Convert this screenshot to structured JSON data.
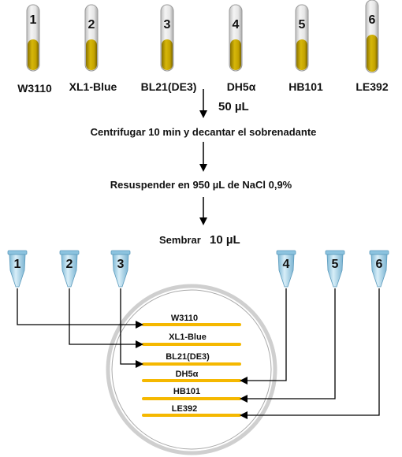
{
  "tubes": [
    {
      "number": "1",
      "strain": "W3110"
    },
    {
      "number": "2",
      "strain": "XL1-Blue"
    },
    {
      "number": "3",
      "strain": "BL21(DE3)"
    },
    {
      "number": "4",
      "strain": "DH5α"
    },
    {
      "number": "5",
      "strain": "HB101"
    },
    {
      "number": "6",
      "strain": "LE392"
    }
  ],
  "steps": {
    "volume_1": "50 µL",
    "step_1": "Centrifugar 10 min y decantar el sobrenadante",
    "step_2": "Resuspender en 950 µL de NaCl 0,9%",
    "step_3_text": "Sembrar",
    "step_3_volume": "10 µL"
  },
  "plate": {
    "streaks": [
      "W3110",
      "XL1-Blue",
      "BL21(DE3)",
      "DH5α",
      "HB101",
      "LE392"
    ]
  },
  "colors": {
    "culture": "#c9a800",
    "culture_dark": "#8a7200",
    "streak": "#f5b800",
    "eppendorf": "#a9d4ea",
    "plate_rim": "#c8c8c8"
  }
}
